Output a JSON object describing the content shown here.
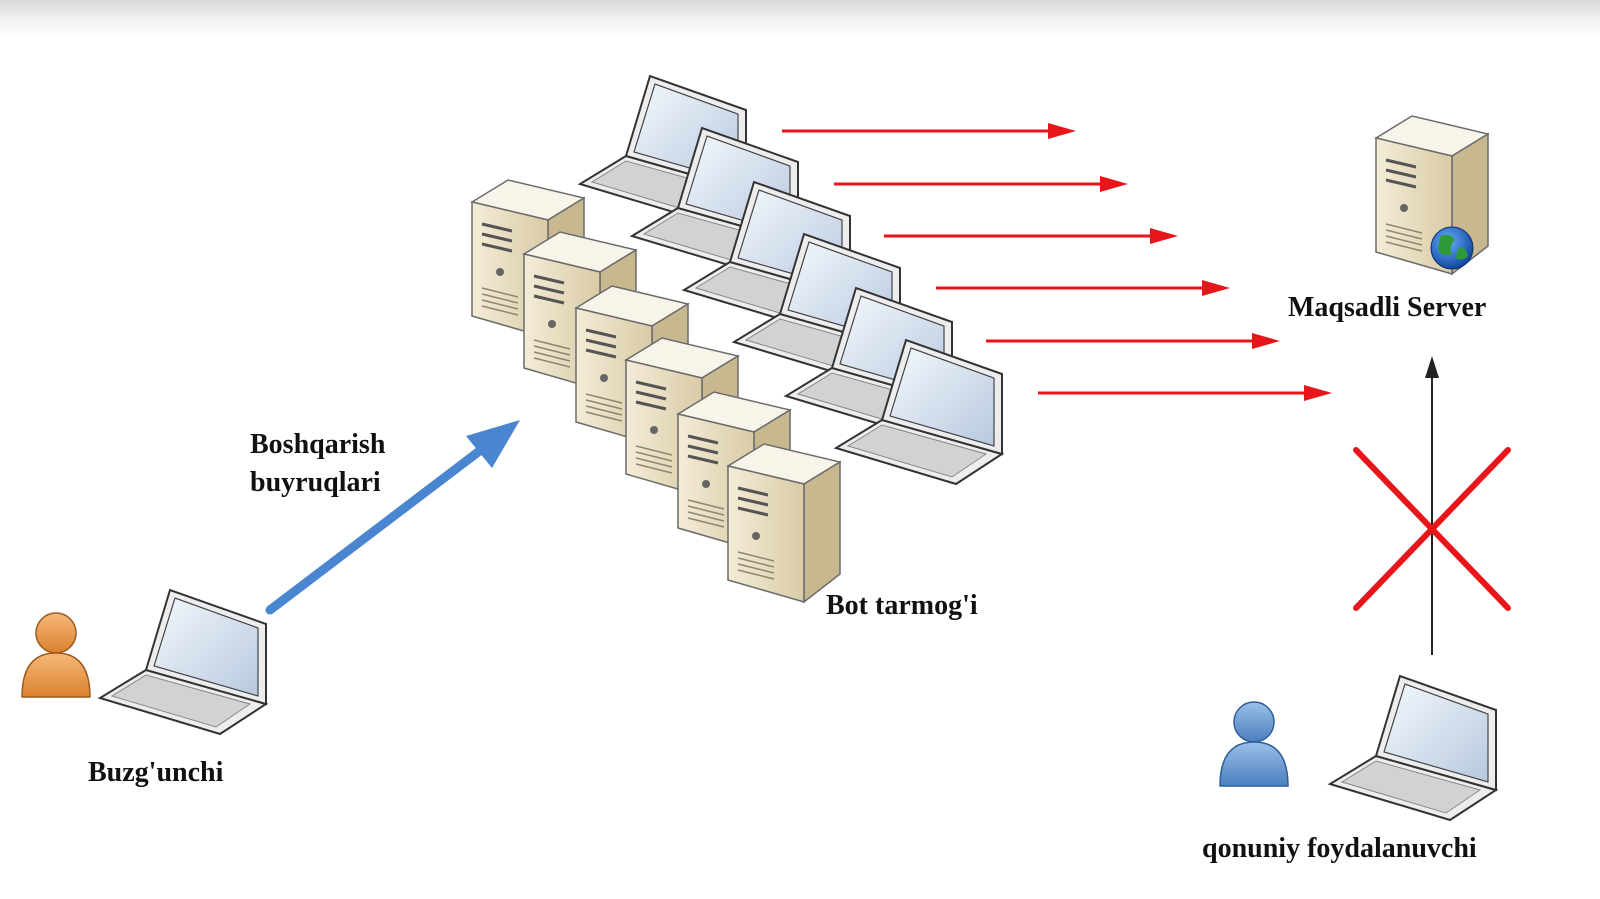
{
  "labels": {
    "attacker": "Buzg'unchi",
    "commands_line1": "Boshqarish",
    "commands_line2": "buyruqlari",
    "botnet": "Bot tarmog'i",
    "target_server": "Maqsadli Server",
    "legit_user": "qonuniy foydalanuvchi"
  },
  "icons": {
    "attacker_person": "person-icon",
    "attacker_laptop": "laptop-icon",
    "bot_laptop": "laptop-icon",
    "bot_server": "server-tower-icon",
    "target_server": "web-server-icon",
    "legit_person": "person-icon",
    "legit_laptop": "laptop-icon",
    "blocked": "red-x-icon"
  },
  "colors": {
    "command_arrow": "#4a86cf",
    "attack_arrow": "#e8161b",
    "block_cross": "#e8161b",
    "attacker": "#f0a05a",
    "legit_user": "#6f9fd2",
    "access_arrow": "#222222"
  },
  "counts": {
    "bot_laptops": 6,
    "bot_servers": 6,
    "attack_arrows": 6
  }
}
